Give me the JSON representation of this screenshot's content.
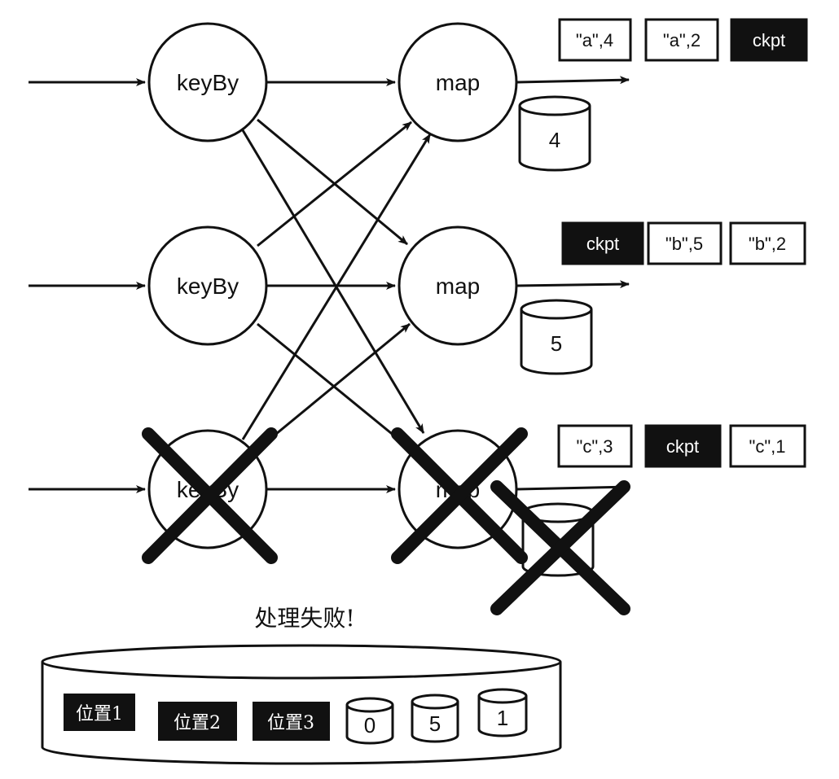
{
  "nodes": {
    "keyby_1": "keyBy",
    "keyby_2": "keyBy",
    "keyby_3": "keyBy",
    "map_1": "map",
    "map_2": "map",
    "map_3": "map"
  },
  "map_state": {
    "map_1": "4",
    "map_2": "5"
  },
  "output_records": {
    "row_1": [
      "\"a\",4",
      "\"a\",2",
      "ckpt"
    ],
    "row_2": [
      "ckpt",
      "\"b\",5",
      "\"b\",2"
    ],
    "row_3": [
      "\"c\",3",
      "ckpt",
      "\"c\",1"
    ]
  },
  "failed": [
    "keyby_3",
    "map_3",
    "map_3_state"
  ],
  "failure_message": "处理失败!",
  "checkpoint_store": {
    "positions": [
      "位置1",
      "位置2",
      "位置3"
    ],
    "states": [
      "0",
      "5",
      "1"
    ]
  },
  "colors": {
    "stroke": "#111111",
    "ckpt_fill": "#111111",
    "record_fill": "#ffffff"
  }
}
